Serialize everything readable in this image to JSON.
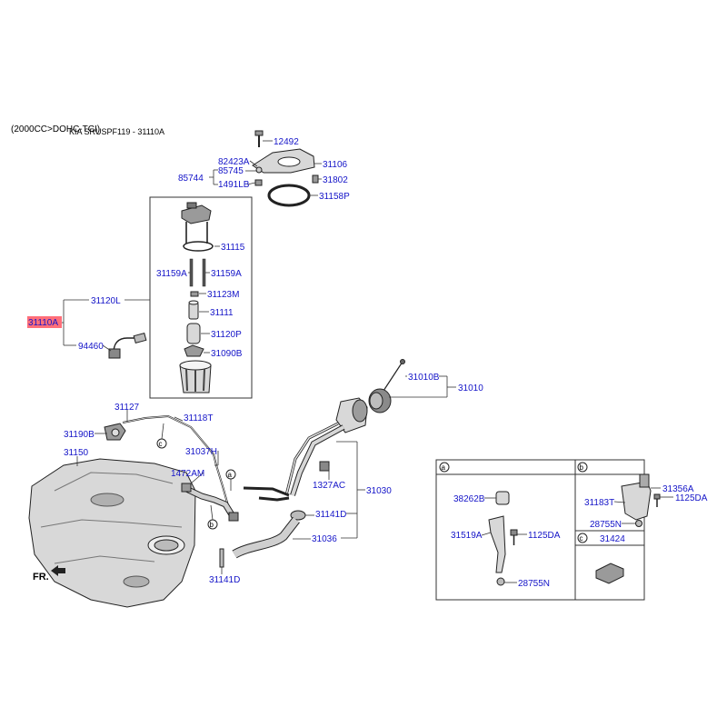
{
  "header": {
    "engine": "(2000CC>DOHC-TCI)",
    "ref": "KIA SRUSPF119 - 31110A"
  },
  "labels": {
    "p12492": "12492",
    "p82423A": "82423A",
    "p85745": "85745",
    "p85744": "85744",
    "p1491LB": "1491LB",
    "p31106": "31106",
    "p31802": "31802",
    "p31158P": "31158P",
    "p31115": "31115",
    "p31159A_l": "31159A",
    "p31159A_r": "31159A",
    "p31123M": "31123M",
    "p31120L": "31120L",
    "p31110A": "31110A",
    "p31111": "31111",
    "p31120P": "31120P",
    "p94460": "94460",
    "p31090B": "31090B",
    "p31010B": "31010B",
    "p31010": "31010",
    "p31127": "31127",
    "p31118T": "31118T",
    "p31190B": "31190B",
    "p31037H": "31037H",
    "p31150": "31150",
    "p1472AM": "1472AM",
    "p1327AC": "1327AC",
    "p31030": "31030",
    "p31141D_a": "31141D",
    "p31036": "31036",
    "p31141D_b": "31141D",
    "fr": "FR.",
    "c1": "c",
    "a1": "a",
    "b1": "b"
  },
  "panels": {
    "a": {
      "tag": "a",
      "labels": [
        "38262B",
        "31519A",
        "1125DA",
        "28755N"
      ]
    },
    "b": {
      "tag": "b",
      "labels": [
        "31356A",
        "1125DA",
        "31183T",
        "28755N"
      ]
    },
    "c": {
      "tag": "c",
      "labels": [
        "31424"
      ]
    }
  },
  "colors": {
    "label": "#1414c8",
    "highlight": "#ff6f7a"
  }
}
